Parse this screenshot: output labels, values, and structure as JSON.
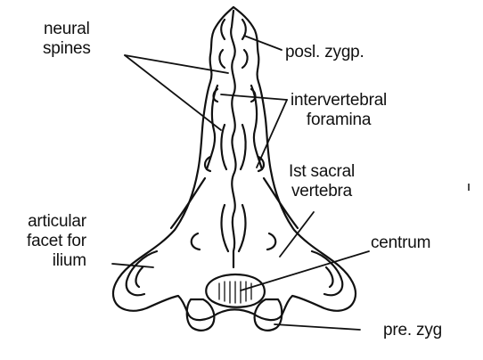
{
  "diagram": {
    "labels": {
      "neural_spines": [
        "neural",
        "spines"
      ],
      "post_zygp": "posl. zygp.",
      "intervertebral_foramina": [
        "intervertebral",
        "foramina"
      ],
      "first_sacral_vertebra": [
        "Ist sacral",
        "vertebra"
      ],
      "articular_facet": [
        "articular",
        "facet for",
        "ilium"
      ],
      "centrum": "centrum",
      "pre_zyg": "pre. zyg"
    },
    "colors": {
      "ink": "#111111",
      "background": "#ffffff"
    }
  }
}
